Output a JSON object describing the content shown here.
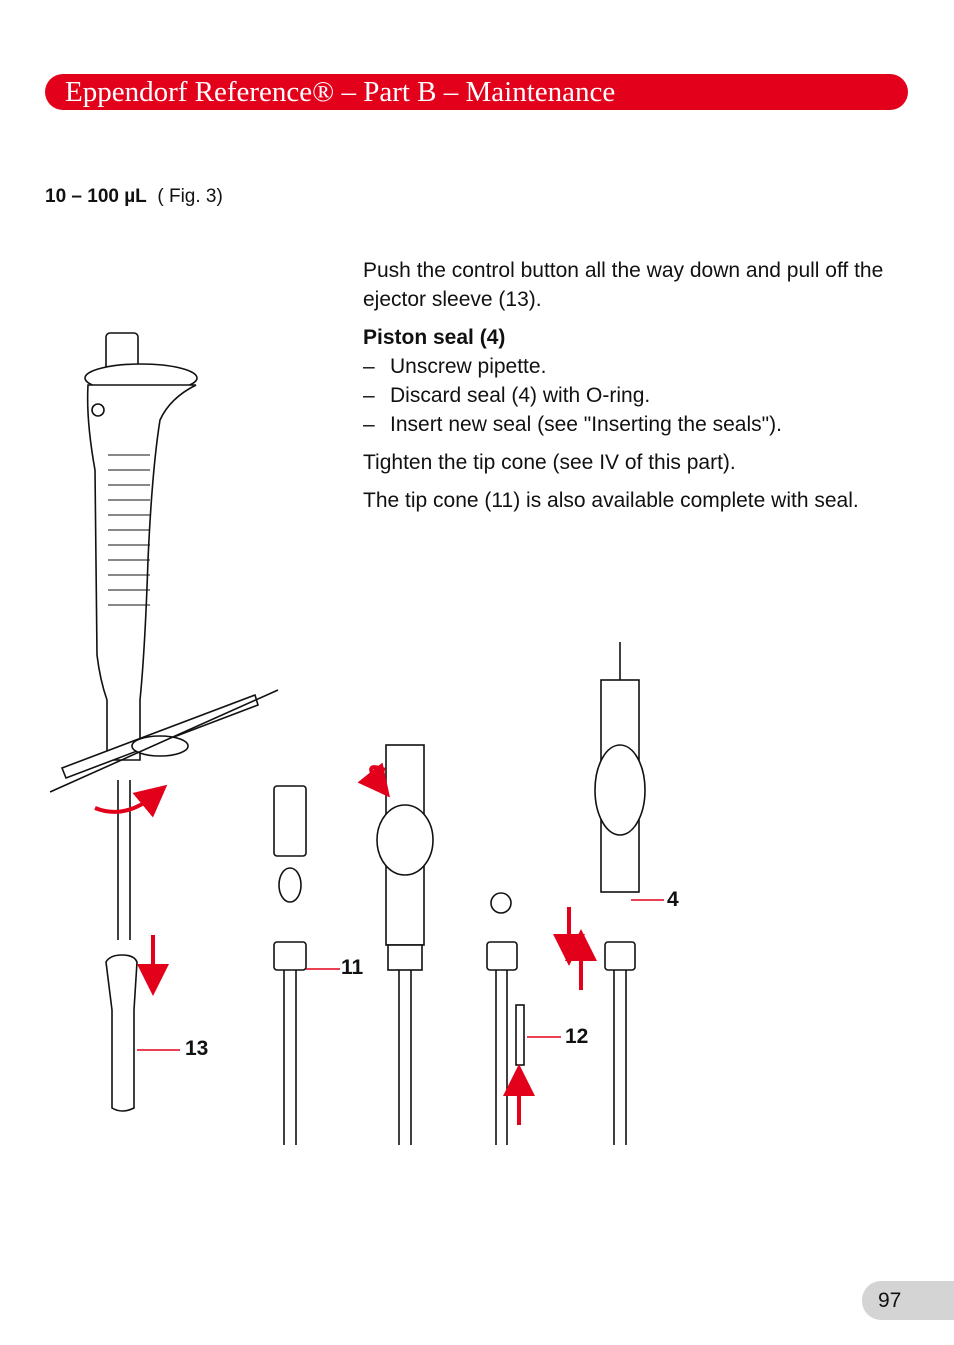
{
  "header": {
    "title": "Eppendorf Reference® – Part B – Maintenance"
  },
  "section": {
    "heading_bold": "10 – 100 µL",
    "heading_ref": "( Fig. 3)"
  },
  "instructions": {
    "intro": "Push the control button all the way down and pull off the ejector sleeve (13).",
    "subheading": "Piston seal (4)",
    "steps": [
      "Unscrew pipette.",
      "Discard seal (4) with O-ring.",
      "Insert new seal  (see \"Inserting  the seals\")."
    ],
    "step_prefix": "–",
    "tighten": "Tighten the tip cone  (see IV of this part).",
    "note": "The tip cone (11) is also available complete with seal."
  },
  "figure": {
    "callouts": {
      "c13": "13",
      "c11": "11",
      "c12": "12",
      "c4": "4"
    },
    "arrow_color": "#e3001b",
    "accent_color": "#e3001b"
  },
  "footer": {
    "page_number": "97"
  }
}
